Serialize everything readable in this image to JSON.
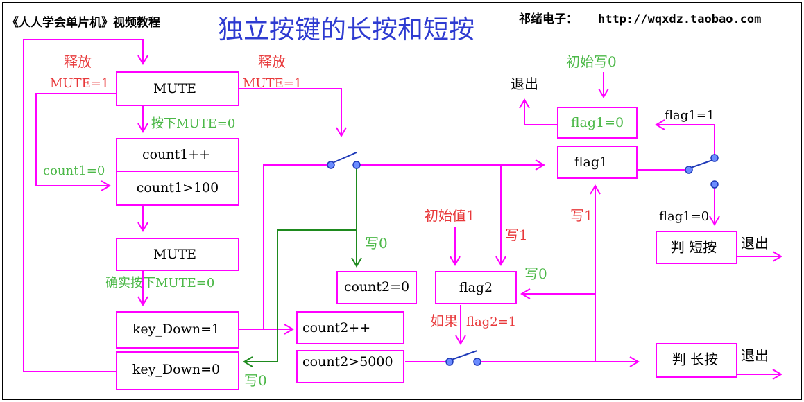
{
  "header": {
    "course": "《人人学会单片机》视频教程",
    "title": "独立按键的长按和短按",
    "shop_name": "祁绪电子：",
    "shop_url": "http://wqxdz.taobao.com"
  },
  "boxes": {
    "mute_top": "MUTE",
    "count1_inc": "count1++",
    "count1_cmp": "count1>100",
    "mute_mid": "MUTE",
    "keydown_1": "key_Down=1",
    "keydown_0": "key_Down=0",
    "count2_zero": "count2=0",
    "count2_inc": "count2++",
    "count2_cmp": "count2>5000",
    "flag2": "flag2",
    "flag1_zero": "flag1=0",
    "flag1": "flag1",
    "judge_short": "判 短按",
    "judge_long": "判 长按"
  },
  "labels": {
    "release_left": "释放",
    "mute1_left": "MUTE=1",
    "release_right": "释放",
    "mute1_right": "MUTE=1",
    "press_mute0": "按下MUTE=0",
    "count1_eq0": "count1=0",
    "confirm_press": "确实按下MUTE=0",
    "write0_count2": "写0",
    "write0_keydown": "写0",
    "init_flag2": "初始值1",
    "write1_flag2": "写1",
    "write0_flag2": "写0",
    "if_flag2": "如果",
    "if_flag2_cond": "flag2=1",
    "write1_flag1": "写1",
    "init_flag1": "初始写0",
    "exit_top": "退出",
    "flag1_eq1": "flag1=1",
    "flag1_eq0": "flag1=0",
    "exit_short": "退出",
    "exit_long": "退出"
  },
  "colors": {
    "line": "#ff00ff",
    "green_line": "#1e8a1e",
    "switch": "#1f3ab8",
    "title": "#2e3bd1",
    "green_text": "#4cb848",
    "red_text": "#e8383a"
  }
}
